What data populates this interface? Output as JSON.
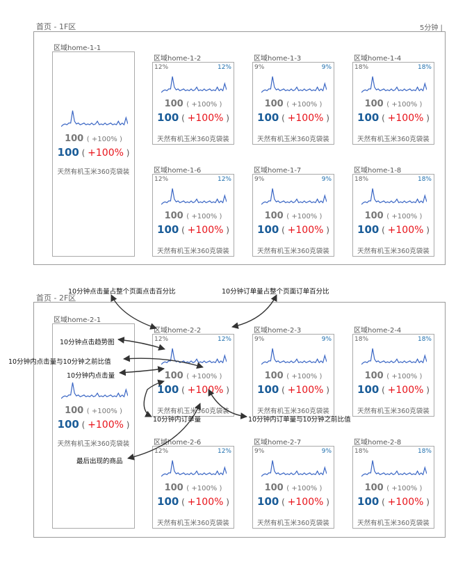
{
  "sections": [
    {
      "title": "首页 - 1F区",
      "refresh": "5分钟 |",
      "feature": {
        "label": "区域home-1-1",
        "clicks": "100",
        "click_change": "( +100% )",
        "orders": "100",
        "order_change": "+100%",
        "product": "天然有机玉米360克袋装"
      },
      "cards": [
        {
          "label": "区域home-1-2",
          "click_share": "12%",
          "order_share": "12%",
          "clicks": "100",
          "click_change": "( +100% )",
          "orders": "100",
          "order_change": "+100%",
          "product": "天然有机玉米360克袋装"
        },
        {
          "label": "区域home-1-3",
          "click_share": "9%",
          "order_share": "9%",
          "clicks": "100",
          "click_change": "( +100% )",
          "orders": "100",
          "order_change": "+100%",
          "product": "天然有机玉米360克袋装"
        },
        {
          "label": "区域home-1-4",
          "click_share": "18%",
          "order_share": "18%",
          "clicks": "100",
          "click_change": "( +100% )",
          "orders": "100",
          "order_change": "+100%",
          "product": "天然有机玉米360克袋装"
        },
        {
          "label": "区域home-1-6",
          "click_share": "12%",
          "order_share": "12%",
          "clicks": "100",
          "click_change": "( +100% )",
          "orders": "100",
          "order_change": "+100%",
          "product": "天然有机玉米360克袋装"
        },
        {
          "label": "区域home-1-7",
          "click_share": "9%",
          "order_share": "9%",
          "clicks": "100",
          "click_change": "( +100% )",
          "orders": "100",
          "order_change": "+100%",
          "product": "天然有机玉米360克袋装"
        },
        {
          "label": "区域home-1-8",
          "click_share": "18%",
          "order_share": "18%",
          "clicks": "100",
          "click_change": "( +100% )",
          "orders": "100",
          "order_change": "+100%",
          "product": "天然有机玉米360克袋装"
        }
      ]
    },
    {
      "title": "首页 - 2F区",
      "refresh": "",
      "feature": {
        "label": "区域home-2-1",
        "clicks": "100",
        "click_change": "( +100% )",
        "orders": "100",
        "order_change": "+100%",
        "product": "天然有机玉米360克袋装"
      },
      "cards": [
        {
          "label": "区域home-2-2",
          "click_share": "12%",
          "order_share": "12%",
          "clicks": "100",
          "click_change": "( +100% )",
          "orders": "100",
          "order_change": "+100%",
          "product": "天然有机玉米360克袋装"
        },
        {
          "label": "区域home-2-3",
          "click_share": "9%",
          "order_share": "9%",
          "clicks": "100",
          "click_change": "( +100% )",
          "orders": "100",
          "order_change": "+100%",
          "product": "天然有机玉米360克袋装"
        },
        {
          "label": "区域home-2-4",
          "click_share": "18%",
          "order_share": "18%",
          "clicks": "100",
          "click_change": "( +100% )",
          "orders": "100",
          "order_change": "+100%",
          "product": "天然有机玉米360克袋装"
        },
        {
          "label": "区域home-2-6",
          "click_share": "12%",
          "order_share": "12%",
          "clicks": "100",
          "click_change": "( +100% )",
          "orders": "100",
          "order_change": "+100%",
          "product": "天然有机玉米360克袋装"
        },
        {
          "label": "区域home-2-7",
          "click_share": "9%",
          "order_share": "9%",
          "clicks": "100",
          "click_change": "( +100% )",
          "orders": "100",
          "order_change": "+100%",
          "product": "天然有机玉米360克袋装"
        },
        {
          "label": "区域home-2-8",
          "click_share": "18%",
          "order_share": "18%",
          "clicks": "100",
          "click_change": "( +100% )",
          "orders": "100",
          "order_change": "+100%",
          "product": "天然有机玉米360克袋装"
        }
      ]
    }
  ],
  "annotations": {
    "click_share": "10分钟点击量占整个页面点击百分比",
    "order_share": "10分钟订单量占整个页面订单百分比",
    "click_trend": "10分钟点击趋势图",
    "click_change": "10分钟内点击量与10分钟之前比值",
    "clicks": "10分钟内点击量",
    "orders": "10分钟内订单量",
    "order_change": "10分钟内订单量与10分钟之前比值",
    "last_product": "最后出现的商品"
  },
  "colors": {
    "accent_blue": "#1a5c98",
    "change_red": "#e8131a",
    "sparkline": "#3a66c4",
    "border": "#9a9a9a"
  }
}
